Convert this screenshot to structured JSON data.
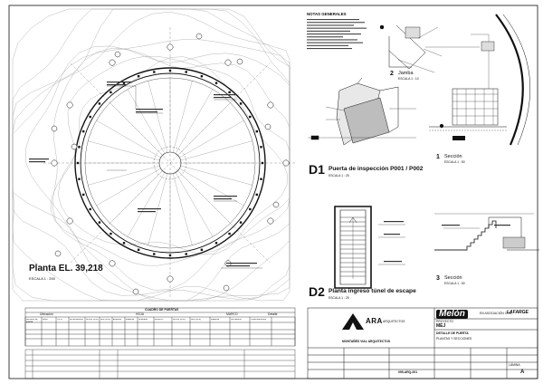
{
  "views": {
    "plan_title": "Planta EL. 39,218",
    "plan_scale": "ESCALA  1 : 200",
    "d1_code": "D1",
    "d1_title": "Puerta de inspección P001 / P002",
    "d1_scale": "ESCALA  1 : 25",
    "d2_code": "D2",
    "d2_title": "Planta ingreso túnel de escape",
    "d2_scale": "ESCALA  1 : 25",
    "jamba_num": "2",
    "jamba_title": "Jamba",
    "jamba_scale": "ESCALA  1 : 10",
    "sec1_num": "1",
    "sec1_title": "Sección",
    "sec1_scale": "ESCALA  1 : 50",
    "sec3_num": "3",
    "sec3_title": "Sección",
    "sec3_scale": "ESCALA  1 : 50"
  },
  "notes": {
    "heading": "NOTAS GENERALES"
  },
  "schedule": {
    "title": "CUADRO DE PUERTAS",
    "groups": [
      "Ubicación",
      "HOJA",
      "MARCO",
      "Detalle"
    ],
    "columns": [
      "Número de puerta",
      "Nivel",
      "TIPO",
      "Dimensiones",
      "Ancho (mm)",
      "Alto (mm)",
      "Espesor",
      "Material",
      "Acabado",
      "MARCO",
      "Ancho (mm)",
      "Alto (mm)",
      "Material",
      "Cerradura",
      "Observaciones"
    ]
  },
  "titleblock": {
    "client_logo": "Melón",
    "partner_logo": "LAFARGE",
    "partner_prefix": "EN ASOCIACIÓN CON",
    "architect_logo": "ARA",
    "architect_name": "ARQUITECTOS",
    "architect_full": "MONTAÑÉS VIAL ARQUITECTOS",
    "project_label": "PROYECTO",
    "project_code": "MEJ",
    "drawing_title": "DETALLE DE PUERTA",
    "drawing_subtitle": "PLANTAS Y SECCIONES",
    "drawing_number": "095-ARQ-001",
    "sheet_label": "LÁMINA",
    "sheet_value": "A"
  },
  "style": {
    "line_color": "#111111",
    "contour_color": "#9a9a9a",
    "accent_color": "#cc2222"
  }
}
